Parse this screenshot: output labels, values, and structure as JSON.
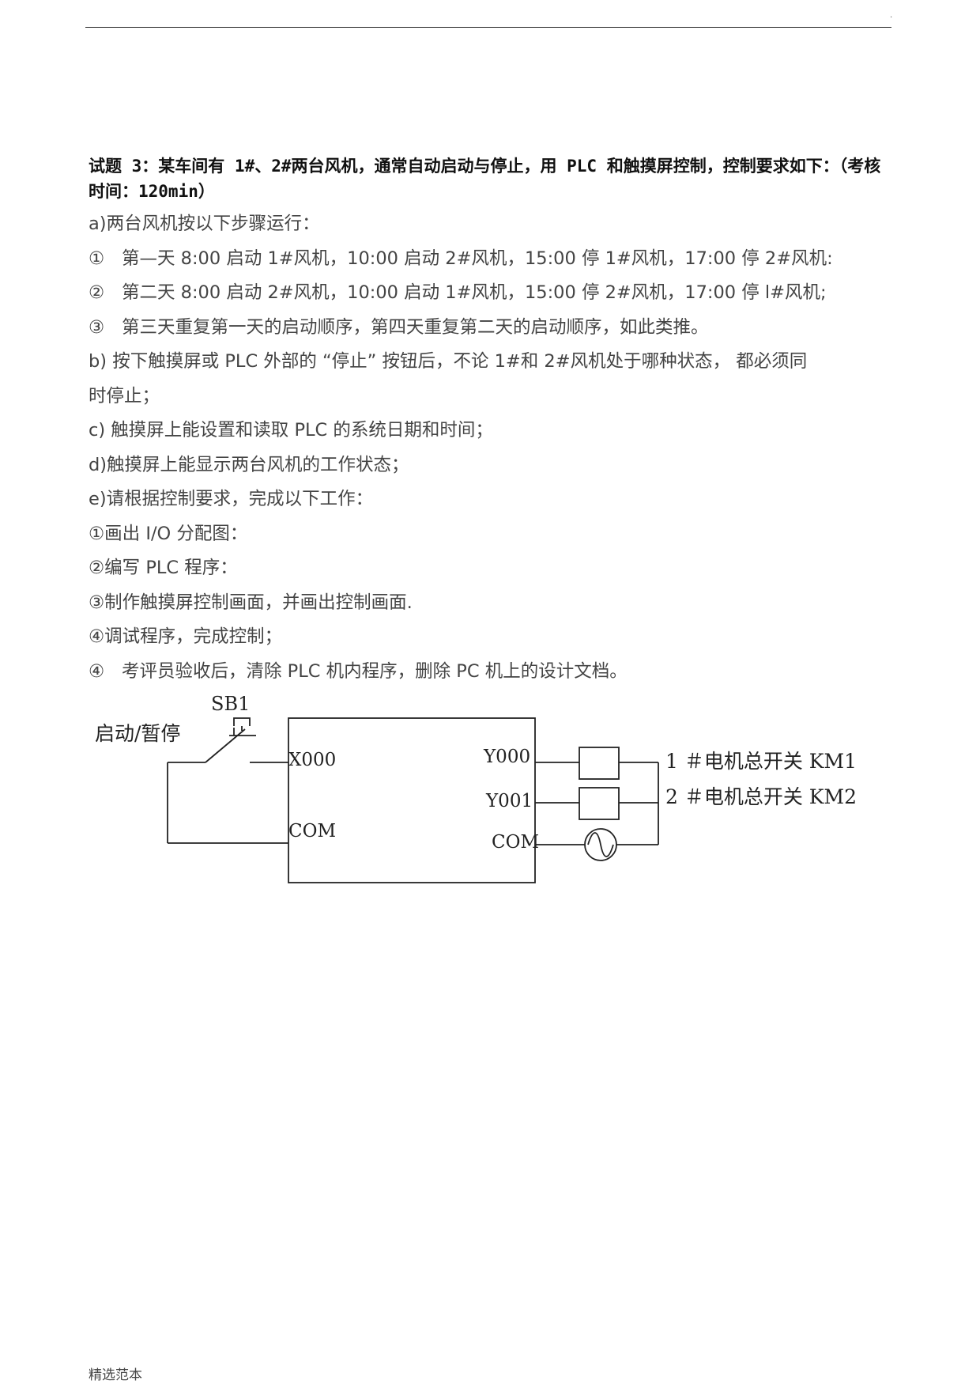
{
  "header": {
    "corner_mark": "."
  },
  "title": "试题 3：某车间有 1#、2#两台风机，通常自动启动与停止，用 PLC 和触摸屏控制，控制要求如下：（考核时间：120min）",
  "lines": {
    "a": "a)两台风机按以下步骤运行：",
    "s1_num": "①",
    "s1": "第—天 8:00  启动 1#风机，10:00  启动 2#风机，15:00  停 1#风机，17:00  停 2#风机:",
    "s2_num": "②",
    "s2": "第二天 8:00  启动 2#风机，10:00  启动 1#风机，15:00  停 2#风机，17:00  停 l#风机;",
    "s3_num": "③",
    "s3": "第三天重复第一天的启动顺序，第四天重复第二天的启动顺序，如此类推。",
    "b_part1": "b)   按下触摸屏或 PLC  外部的 “停止” 按钮后，不论 1#和 2#风机处于哪种状态，  都必须同",
    "b_part2": "时停止；",
    "c": "c)   触摸屏上能设置和读取 PLC  的系统日期和时间；",
    "d": "d)触摸屏上能显示两台风机的工作状态；",
    "e": "e)请根据控制要求，完成以下工作：",
    "e1": "①画出 I/O  分配图：",
    "e2": "②编写 PLC  程序：",
    "e3": "③制作触摸屏控制画面，并画出控制画面.",
    "e4": "④调试程序，完成控制；",
    "e5_num": "④",
    "e5": "考评员验收后，清除 PLC  机内程序，删除 PC  机上的设计文档。"
  },
  "diagram": {
    "button_label": "SB1",
    "button_function": "启动/暂停",
    "inputs": [
      "X000",
      "COM"
    ],
    "outputs": [
      "Y000",
      "Y001",
      "COM"
    ],
    "load1": "1  ＃电机总开关  KM1",
    "load2": "2  ＃电机总开关  KM2"
  },
  "footer": {
    "text": "精选范本"
  }
}
